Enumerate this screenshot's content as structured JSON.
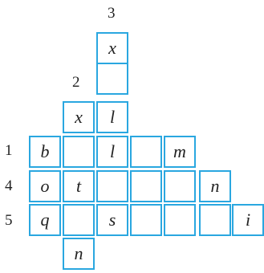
{
  "clue_numbers": [
    "1",
    "2",
    "3",
    "4",
    "5"
  ],
  "colors": {
    "grid_line": "#2aa7e0",
    "text": "#222222",
    "background": "#ffffff"
  },
  "rows": [
    {
      "cells": [
        "x"
      ]
    },
    {
      "cells": [
        ""
      ]
    },
    {
      "cells": [
        "x",
        "l"
      ]
    },
    {
      "cells": [
        "b",
        "",
        "l",
        "",
        "m"
      ]
    },
    {
      "cells": [
        "o",
        "t",
        "",
        "",
        "",
        "n"
      ]
    },
    {
      "cells": [
        "q",
        "",
        "s",
        "",
        "",
        "",
        "i"
      ]
    },
    {
      "cells": [
        "n"
      ]
    }
  ]
}
